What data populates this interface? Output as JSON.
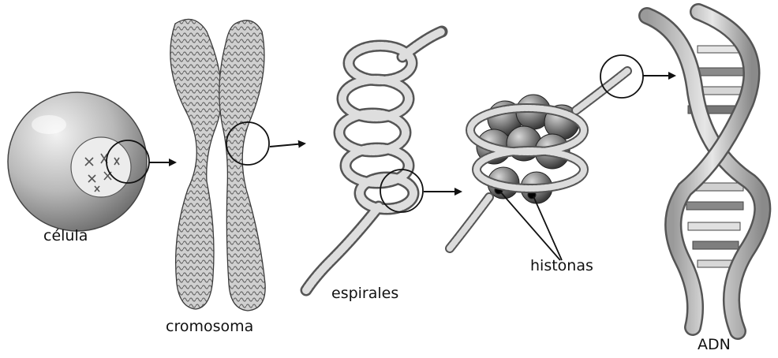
{
  "labels": {
    "cell": "célula",
    "chromosome": "cromosoma",
    "coils": "espirales",
    "histones": "histonas",
    "dna": "ADN"
  },
  "stages": [
    "célula",
    "cromosoma",
    "espirales",
    "histonas",
    "ADN"
  ]
}
